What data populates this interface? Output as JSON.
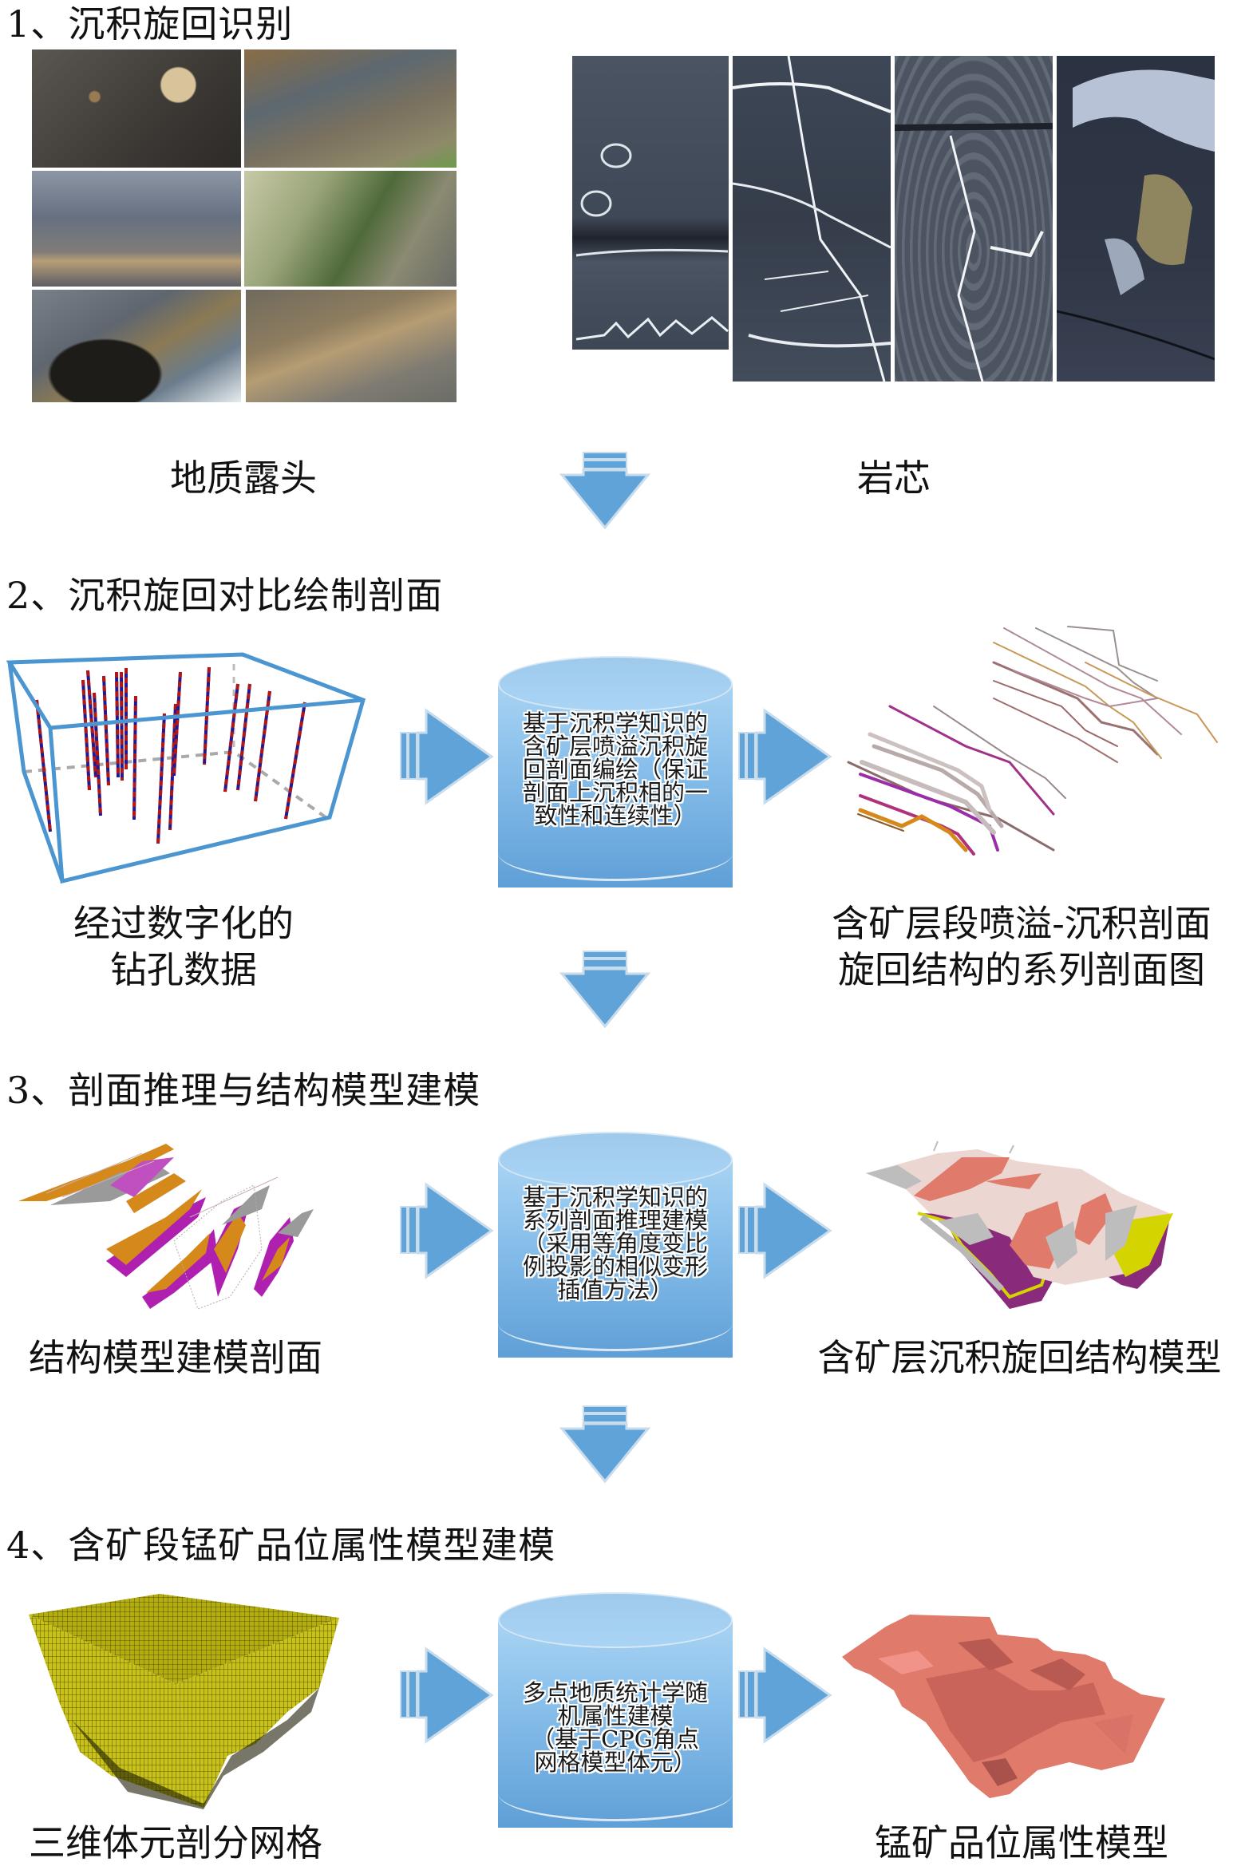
{
  "colors": {
    "arrow_fill": "#5fa3d9",
    "arrow_stroke": "#c9dcec",
    "cylinder_top": "#a9d3f3",
    "cylinder_bottom": "#5f9fd7",
    "box_edge": "#4b95d1",
    "borehole_red": "#b01818",
    "borehole_blue": "#1a1a9a",
    "grid_yellow": "#b3ad10",
    "grade_model_red": "#e07a6a"
  },
  "sections": [
    {
      "title": "1、沉积旋回识别",
      "left_caption": "地质露头",
      "right_caption": "岩芯",
      "left_image": "outcrop-photo-grid",
      "right_image": "rock-core-photos"
    },
    {
      "title": "2、沉积旋回对比绘制剖面",
      "left_caption_lines": [
        "经过数字化的",
        "钻孔数据"
      ],
      "process_lines": [
        "基于沉积学知识的",
        "含矿层喷溢沉积旋",
        "回剖面编绘（保证",
        "剖面上沉积相的一",
        "致性和连续性）"
      ],
      "right_caption_lines": [
        "含矿层段喷溢-沉积剖面",
        "旋回结构的系列剖面图"
      ]
    },
    {
      "title": "3、剖面推理与结构模型建模",
      "left_caption": "结构模型建模剖面",
      "process_lines": [
        "基于沉积学知识的",
        "系列剖面推理建模",
        "（采用等角度变比",
        "例投影的相似变形",
        "插值方法）"
      ],
      "right_caption": "含矿层沉积旋回结构模型"
    },
    {
      "title": "4、含矿段锰矿品位属性模型建模",
      "left_caption": "三维体元剖分网格",
      "process_lines": [
        "多点地质统计学随",
        "机属性建模",
        "（基于CPG角点",
        "网格模型体元）"
      ],
      "right_caption": "锰矿品位属性模型"
    }
  ],
  "icons": {
    "down_arrow": "down-arrow-icon",
    "right_arrow": "right-arrow-icon",
    "process_cylinder": "database-cylinder-icon"
  }
}
